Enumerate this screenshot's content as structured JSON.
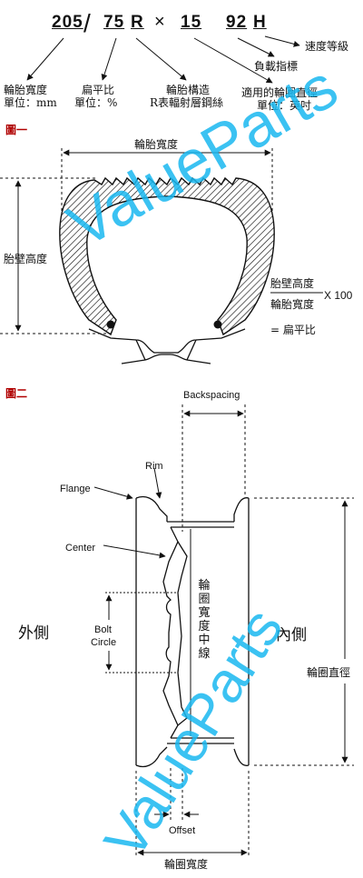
{
  "tire_code": {
    "width": "205",
    "slash": "/",
    "aspect": "75",
    "construction": "R",
    "times": "×",
    "rim": "15",
    "load": "92",
    "speed": "H"
  },
  "code_labels": {
    "speed_rating": "速度等級",
    "load_index": "負載指標",
    "width": "輪胎寬度",
    "width_unit": "單位：mm",
    "aspect": "扁平比",
    "aspect_unit": "單位：%",
    "construction": "輪胎構造",
    "construction_desc": "R表輻射層鋼絲",
    "rim_diameter": "適用的輪圈直徑",
    "rim_unit": "單位：英吋"
  },
  "figure1": {
    "caption": "圖一",
    "section_width": "輪胎寬度",
    "sidewall_height": "胎壁高度",
    "formula_numerator": "胎壁高度",
    "formula_denominator": "輪胎寬度",
    "formula_multiplier": "X 100",
    "formula_result": "= 扁平比"
  },
  "figure2": {
    "caption": "圖二",
    "backspacing": "Backspacing",
    "rim": "Rim",
    "flange": "Flange",
    "center": "Center",
    "bolt_circle_1": "Bolt",
    "bolt_circle_2": "Circle",
    "outside": "外側",
    "inside": "內側",
    "centerline": "輪圈寬度中線",
    "rim_diameter": "輪圈直徑",
    "offset": "Offset",
    "rim_width": "輪圈寬度"
  },
  "watermark": "ValueParts"
}
